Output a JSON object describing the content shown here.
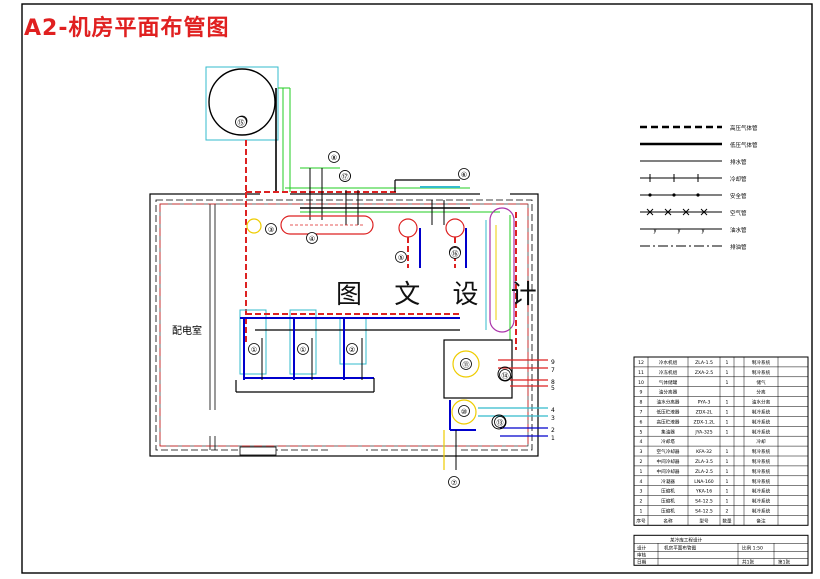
{
  "title": "A2-机房平面布管图",
  "watermark": "图 文 设 计",
  "room_label": "配电室",
  "legend": [
    {
      "style": "dash-thick",
      "label": "高压气体管"
    },
    {
      "style": "solid-thick",
      "label": "低压气体管"
    },
    {
      "style": "solid-thin",
      "label": "排水管"
    },
    {
      "style": "tick",
      "label": "冷却管"
    },
    {
      "style": "dot",
      "label": "安全管"
    },
    {
      "style": "cross",
      "label": "空气管"
    },
    {
      "style": "y",
      "label": "油水管"
    },
    {
      "style": "dashdot",
      "label": "排油管"
    }
  ],
  "equipment_labels": [
    "①",
    "①",
    "②",
    "③",
    "④",
    "⑤",
    "⑥",
    "⑦",
    "⑧",
    "⑨",
    "⑩",
    "⑪",
    "⑫",
    "⑬",
    "⑭",
    "⑮",
    "⑯",
    "⑰"
  ],
  "side_numbers": [
    "9",
    "7",
    "8",
    "5",
    "4",
    "3",
    "2",
    "1"
  ],
  "bom": {
    "rows": [
      {
        "no": "12",
        "name": "冷水机组",
        "model": "ZLA-1.5",
        "qty": "1",
        "note": "制冷系统"
      },
      {
        "no": "11",
        "name": "冷冻机组",
        "model": "ZXA-2.5",
        "qty": "1",
        "note": "制冷系统"
      },
      {
        "no": "10",
        "name": "气体储罐",
        "model": "",
        "qty": "1",
        "note": "储气"
      },
      {
        "no": "9",
        "name": "油分离器",
        "model": "",
        "qty": "",
        "note": "分离"
      },
      {
        "no": "8",
        "name": "油水分离器",
        "model": "PYA-3",
        "qty": "1",
        "note": "油水分离"
      },
      {
        "no": "7",
        "name": "低压贮液器",
        "model": "ZDX-2L",
        "qty": "1",
        "note": "制冷系统"
      },
      {
        "no": "6",
        "name": "高压贮液器",
        "model": "ZDX-1.2L",
        "qty": "1",
        "note": "制冷系统"
      },
      {
        "no": "5",
        "name": "集油器",
        "model": "JYA-325",
        "qty": "1",
        "note": "制冷系统"
      },
      {
        "no": "4",
        "name": "冷却塔",
        "model": "",
        "qty": "",
        "note": "冷却"
      },
      {
        "no": "3",
        "name": "空气冷却器",
        "model": "KFA-32",
        "qty": "1",
        "note": "制冷系统"
      },
      {
        "no": "2",
        "name": "中间冷却器",
        "model": "ZLA-3.5",
        "qty": "1",
        "note": "制冷系统"
      },
      {
        "no": "1",
        "name": "中间冷却器",
        "model": "ZLA-2.5",
        "qty": "1",
        "note": "制冷系统"
      },
      {
        "no": "4",
        "name": "冷凝器",
        "model": "LNA-160",
        "qty": "1",
        "note": "制冷系统"
      },
      {
        "no": "3",
        "name": "压缩机",
        "model": "YKA-16",
        "qty": "1",
        "note": "制冷系统"
      },
      {
        "no": "2",
        "name": "压缩机",
        "model": "S4-12.5",
        "qty": "1",
        "note": "制冷系统"
      },
      {
        "no": "1",
        "name": "压缩机",
        "model": "S4-12.5",
        "qty": "2",
        "note": "制冷系统"
      }
    ],
    "header": {
      "no": "序号",
      "name": "名称",
      "model": "型号",
      "qty": "数量",
      "note": "备注"
    },
    "title_block": {
      "project": "某冷库工程设计",
      "drawing": "机房平面布管图",
      "scale": "比例 1:50",
      "sheet": "第1张",
      "design": "设计",
      "check": "审核",
      "date": "日期",
      "total": "共1张"
    }
  }
}
